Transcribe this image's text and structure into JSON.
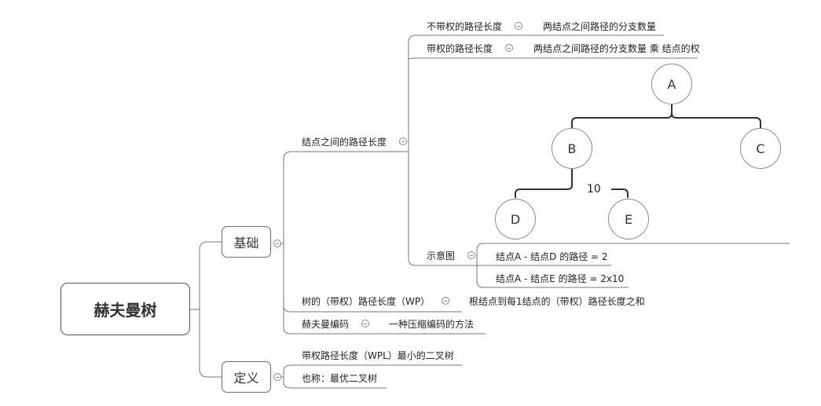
{
  "root": {
    "label": "赫夫曼树"
  },
  "basics": {
    "label": "基础",
    "path_length": {
      "label": "结点之间的路径长度",
      "unweighted": {
        "label": "不带权的路径长度",
        "desc": "两结点之间路径的分支数量"
      },
      "weighted": {
        "label": "带权的路径长度",
        "desc": "两结点之间路径的分支数量 乘 结点的权"
      },
      "diagram": {
        "label": "示意图",
        "nodes": {
          "a": "A",
          "b": "B",
          "c": "C",
          "d": "D",
          "e": "E"
        },
        "weight": "10",
        "notes": [
          "结点A - 结点D 的路径 = 2",
          "结点A - 结点E 的路径 = 2x10"
        ]
      }
    },
    "wpl": {
      "label": "树的（带权）路径长度（WP）",
      "desc": "根结点到每1结点的（带权）路径长度之和"
    },
    "coding": {
      "label": "赫夫曼编码",
      "desc": "一种压缩编码的方法"
    }
  },
  "definition": {
    "label": "定义",
    "items": [
      "带权路径长度（WPL）最小的二叉树",
      "也称：最优二叉树"
    ]
  }
}
